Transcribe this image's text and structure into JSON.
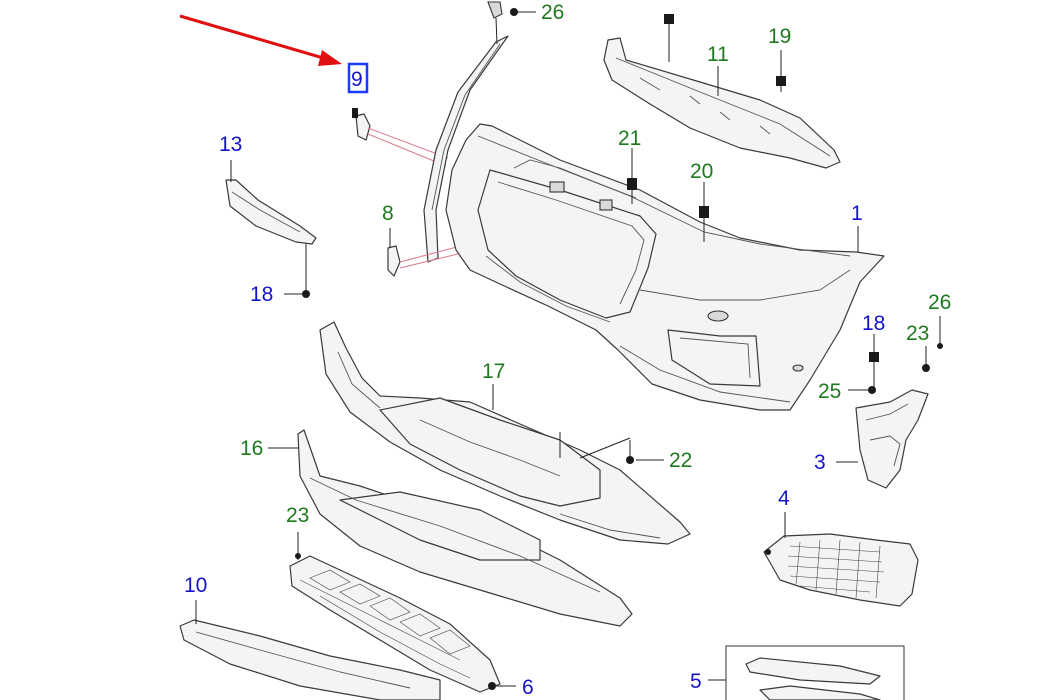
{
  "diagram": {
    "colors": {
      "green": "#1f7a1f",
      "blue": "#1414c8",
      "arrow": "#e01010",
      "highlight": "#1a3cff"
    },
    "callouts": {
      "p26_top": "26",
      "p11": "11",
      "p19": "19",
      "p9": "9",
      "p13": "13",
      "p21": "21",
      "p20": "20",
      "p8": "8",
      "p1": "1",
      "p18_left": "18",
      "p26_right": "26",
      "p18_right": "18",
      "p23_right": "23",
      "p17": "17",
      "p25": "25",
      "p16": "16",
      "p22": "22",
      "p3": "3",
      "p4": "4",
      "p23_bottom": "23",
      "p10": "10",
      "p5": "5",
      "p6": "6"
    }
  }
}
